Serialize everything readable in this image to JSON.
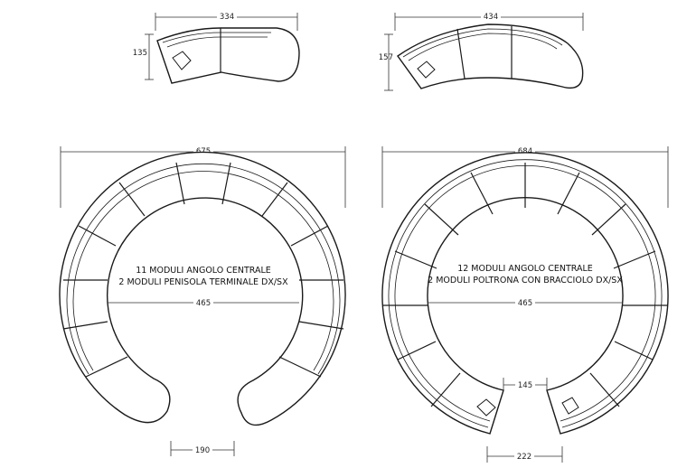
{
  "diagrams": [
    {
      "key": "small-left",
      "dimensions": {
        "width": "334",
        "depth": "135"
      }
    },
    {
      "key": "small-right",
      "dimensions": {
        "width": "434",
        "depth": "157"
      }
    },
    {
      "key": "big-left",
      "dimensions": {
        "width": "675",
        "inner": "465",
        "gap": "190"
      },
      "caption": [
        "11 MODULI ANGOLO CENTRALE",
        "2 MODULI PENISOLA TERMINALE DX/SX"
      ]
    },
    {
      "key": "big-right",
      "dimensions": {
        "width": "684",
        "inner": "465",
        "gap_inner": "145",
        "gap_outer": "222"
      },
      "caption": [
        "12 MODULI ANGOLO CENTRALE",
        "2 MODULI POLTRONA CON BRACCIOLO DX/SX"
      ]
    }
  ]
}
